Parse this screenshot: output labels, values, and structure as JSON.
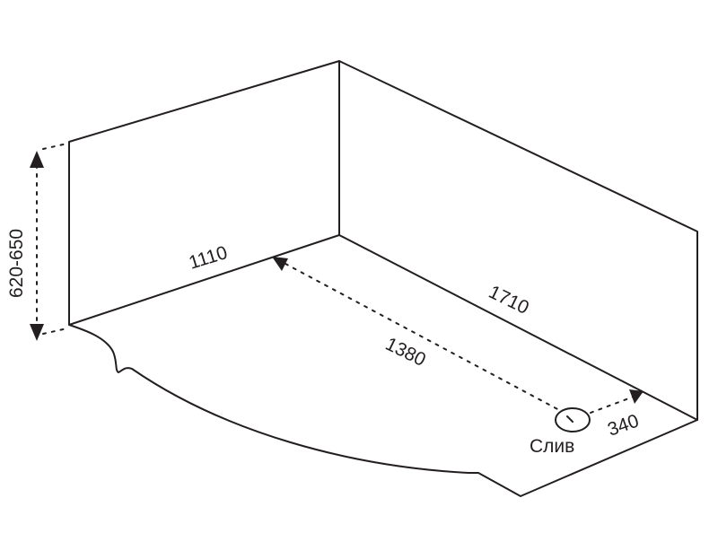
{
  "dimensions": {
    "height": "620-650",
    "short_wall": "1110",
    "long_wall": "1710",
    "drain_distance_long": "1380",
    "drain_distance_short": "340"
  },
  "drain": {
    "label": "Слив"
  },
  "colors": {
    "line": "#231f20",
    "background": "#ffffff"
  }
}
